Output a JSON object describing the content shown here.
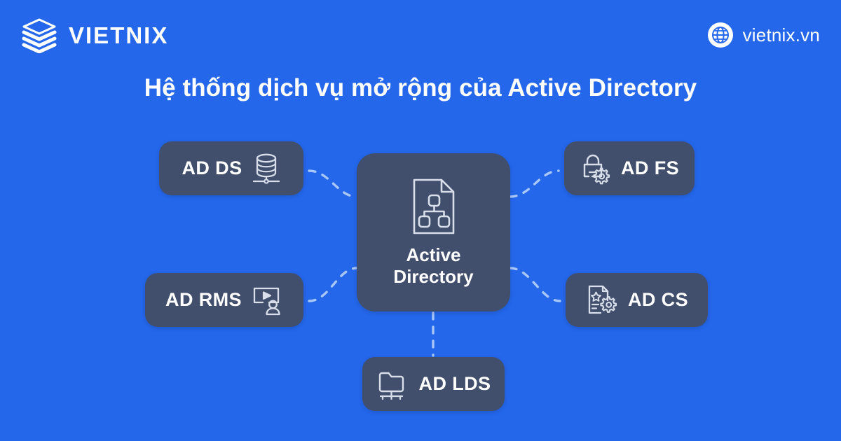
{
  "header": {
    "logo_icon": "vietnix-stack-logo-icon",
    "brand_name": "VIETNIX",
    "globe_icon": "globe-icon",
    "site_url": "vietnix.vn"
  },
  "title": "Hệ thống dịch vụ mở rộng của Active Directory",
  "diagram": {
    "type": "hub-and-spoke",
    "center": {
      "id": "active-directory",
      "label_line1": "Active",
      "label_line2": "Directory",
      "icon": "file-hierarchy-icon"
    },
    "nodes": [
      {
        "id": "ad-ds",
        "label": "AD DS",
        "icon": "database-icon",
        "icon_side": "right",
        "position": "top-left"
      },
      {
        "id": "ad-rms",
        "label": "AD RMS",
        "icon": "screen-play-user-icon",
        "icon_side": "right",
        "position": "bottom-left"
      },
      {
        "id": "ad-fs",
        "label": "AD FS",
        "icon": "lock-gear-icon",
        "icon_side": "left",
        "position": "top-right"
      },
      {
        "id": "ad-cs",
        "label": "AD CS",
        "icon": "certificate-gear-icon",
        "icon_side": "left",
        "position": "bottom-right"
      },
      {
        "id": "ad-lds",
        "label": "AD LDS",
        "icon": "folder-network-icon",
        "icon_side": "left",
        "position": "bottom-center"
      }
    ],
    "connector_style": "dashed-curve"
  },
  "colors": {
    "background": "#2467EB",
    "card": "#414F6C",
    "text": "#FFFFFF",
    "connector": "#A8C6F7"
  }
}
